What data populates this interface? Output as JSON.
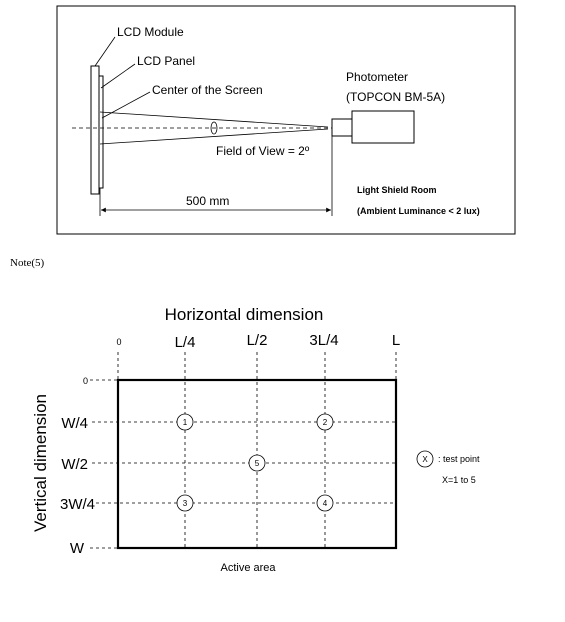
{
  "setup": {
    "lcd_module": "LCD Module",
    "lcd_panel": "LCD Panel",
    "center_of_screen": "Center of the Screen",
    "photometer": "Photometer",
    "photometer_model": "(TOPCON BM-5A)",
    "field_of_view": "Field of View = 2º",
    "distance": "500 mm",
    "room": "Light Shield Room",
    "ambient": "(Ambient Luminance < 2 lux)"
  },
  "note": "Note(5)",
  "grid": {
    "title": "Horizontal dimension",
    "vertical_title": "Vertical dimension",
    "h_labels": [
      "0",
      "L/4",
      "L/2",
      "3L/4",
      "L"
    ],
    "v_labels": [
      "0",
      "W/4",
      "W/2",
      "3W/4",
      "W"
    ],
    "points": [
      "1",
      "2",
      "5",
      "3",
      "4"
    ],
    "active_area": "Active area",
    "legend_symbol": "X",
    "legend_text": ": test point",
    "legend_range": "X=1 to 5"
  }
}
